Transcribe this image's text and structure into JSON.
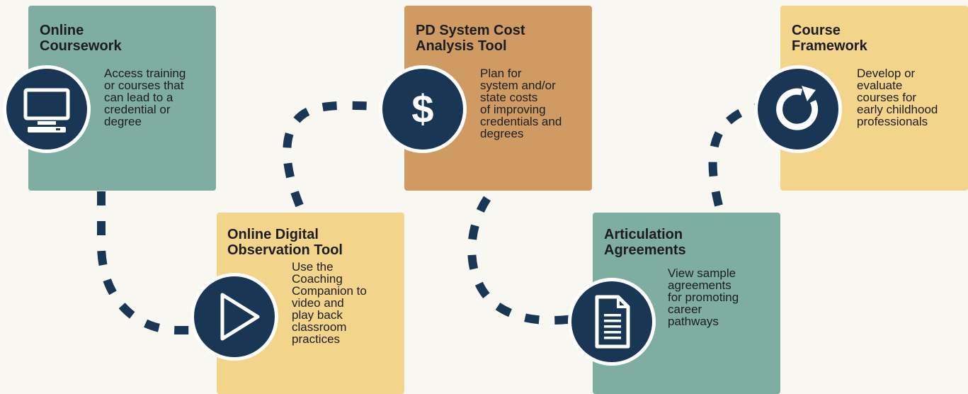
{
  "colors": {
    "teal": "#7fada1",
    "orange": "#cf9b63",
    "yellow": "#f2d48b",
    "navy": "#1a3655",
    "background": "#f9f7f2"
  },
  "steps": [
    {
      "title_line1": "Online",
      "title_line2": "Coursework",
      "desc": [
        "Access training",
        "or courses that",
        "can lead to a",
        "credential or",
        "degree"
      ],
      "icon": "computer-monitor-icon"
    },
    {
      "title_line1": "Online Digital",
      "title_line2": "Observation Tool",
      "desc": [
        "Use the",
        "Coaching",
        "Companion to",
        "video and",
        "play back",
        "classroom",
        "practices"
      ],
      "icon": "play-icon"
    },
    {
      "title_line1": "PD System Cost",
      "title_line2": "Analysis Tool",
      "desc": [
        "Plan for",
        "system and/or",
        "state costs",
        "of improving",
        "credentials and",
        "degrees"
      ],
      "icon": "dollar-sign-icon",
      "icon_glyph": "$"
    },
    {
      "title_line1": "Articulation",
      "title_line2": "Agreements",
      "desc": [
        "View sample",
        "agreements",
        "for promoting",
        "career",
        "pathways"
      ],
      "icon": "document-icon"
    },
    {
      "title_line1": "Course",
      "title_line2": "Framework",
      "desc": [
        "Develop or",
        "evaluate",
        "courses for",
        "early childhood",
        "professionals"
      ],
      "icon": "circular-arrow-icon"
    }
  ]
}
